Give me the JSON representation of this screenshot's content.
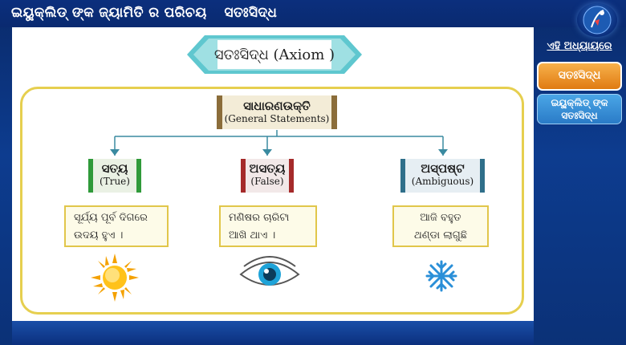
{
  "header": {
    "title": "ଇୟୁକ୍ଲିଡ୍ ଙ୍କ ଜ୍ୟାମିତି ର ପରିଚୟ",
    "subtitle": "ସତଃସିଦ୍ଧ"
  },
  "banner": {
    "label": "ସତଃସିଦ୍ଧ (Axiom )"
  },
  "tree": {
    "root": {
      "line1": "ସାଧାରଣଉକ୍ତି",
      "line2": "(General Statements)"
    },
    "branches": [
      {
        "line1": "ସତ୍ୟ",
        "line2": "(True)",
        "example_line1": "ସୂର୍ଯ୍ୟ ପୂର୍ବ ଦିଗରେ",
        "example_line2": "ଉଦୟ ହୁଏ ।",
        "icon": "sun-icon",
        "accent": "#2f9a3a"
      },
      {
        "line1": "ଅସତ୍ୟ",
        "line2": "(False)",
        "example_line1": "ମଣିଷର ଚାରିଟା",
        "example_line2": "ଆଖି ଥାଏ ।",
        "icon": "eye-icon",
        "accent": "#a52a2a"
      },
      {
        "line1": "ଅସ୍ପଷ୍ଟ",
        "line2": "(Ambiguous)",
        "example_line1": "ଆଜି ବହୁତ",
        "example_line2": "ଥଣ୍ଡା ଲାଗୁଛି",
        "icon": "snowflake-icon",
        "accent": "#2f6f8a"
      }
    ]
  },
  "sidebar": {
    "heading": "ଏହି ଅଧ୍ୟାୟରେ",
    "items": [
      {
        "label": "ସତଃସିଦ୍ଧ",
        "active": true
      },
      {
        "label_line1": "ଇୟୁକ୍ଲିଡ୍ ଙ୍କ",
        "label_line2": "ସତଃସିଦ୍ଧ",
        "active": false
      }
    ]
  },
  "colors": {
    "background": "#0d3c8f",
    "frame": "#e6cf4f",
    "active_tab": "#f7a23a",
    "inactive_tab": "#3a93db"
  }
}
